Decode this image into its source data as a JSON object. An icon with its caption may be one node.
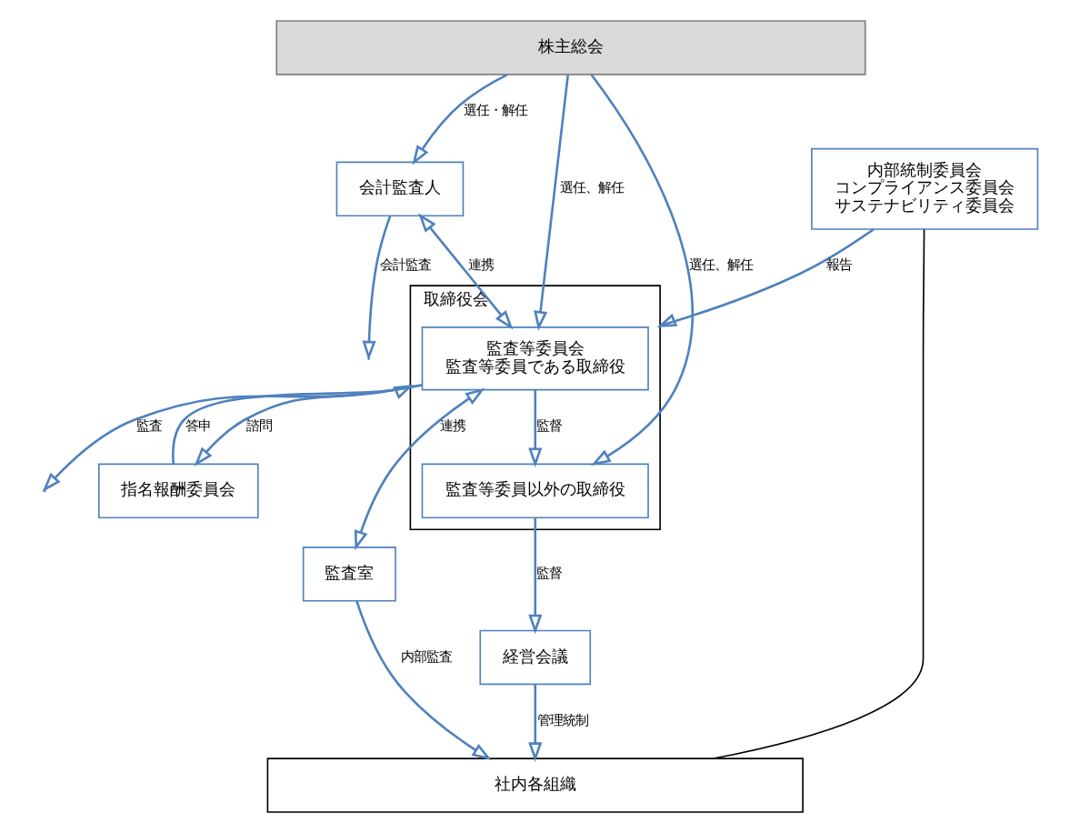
{
  "diagram": {
    "nodes": [
      {
        "text": [
          "株主総会"
        ]
      },
      {
        "text": [
          "会計監査人"
        ]
      },
      {
        "text": [
          "取締役会"
        ]
      },
      {
        "text": [
          "監査等委員会",
          "監査等委員である取締役"
        ],
        "in": 2
      },
      {
        "text": [
          "監査等委員以外の取締役"
        ],
        "in": 2
      },
      {
        "text": [
          "指名報酬委員会"
        ]
      },
      {
        "text": [
          "内部統制委員会",
          "コンプライアンス委員会",
          "サステナビリティ委員会"
        ]
      },
      {
        "text": [
          "監査室"
        ]
      },
      {
        "text": [
          "経営会議"
        ]
      },
      {
        "text": [
          "社内各組織"
        ]
      }
    ],
    "edges": [
      {
        "from": 0,
        "to": 1,
        "arrow": "to",
        "label": "選任・解任"
      },
      {
        "from": 0,
        "to": 3,
        "arrow": "to",
        "label": "選任、解任"
      },
      {
        "from": 0,
        "to": 4,
        "arrow": "to",
        "label": "選任、解任"
      },
      {
        "from": 1,
        "to": 3,
        "arrow": "both",
        "label": "連携"
      },
      {
        "from": 3,
        "to": 4,
        "arrow": "to",
        "label": "監督"
      },
      {
        "from": 3,
        "to": null,
        "arrow": "to",
        "label": "監査"
      },
      {
        "from": 3,
        "to": 7,
        "arrow": "both",
        "label": "連携"
      },
      {
        "from": 1,
        "to": null,
        "arrow": "to",
        "label": "会計監査"
      },
      {
        "from": 2,
        "to": 5,
        "arrow": "to",
        "label": "諮問"
      },
      {
        "from": 5,
        "to": 2,
        "arrow": "to",
        "label": "答申"
      },
      {
        "from": 6,
        "to": 2,
        "arrow": "to",
        "label": "報告"
      },
      {
        "from": 4,
        "to": 8,
        "arrow": "to",
        "label": "監督"
      },
      {
        "from": 7,
        "to": 9,
        "arrow": "to",
        "label": "内部監査"
      },
      {
        "from": 8,
        "to": 9,
        "arrow": "to",
        "label": "管理統制"
      },
      {
        "from": 6,
        "to": 9,
        "arrow": "none",
        "color": "#000000"
      }
    ]
  }
}
